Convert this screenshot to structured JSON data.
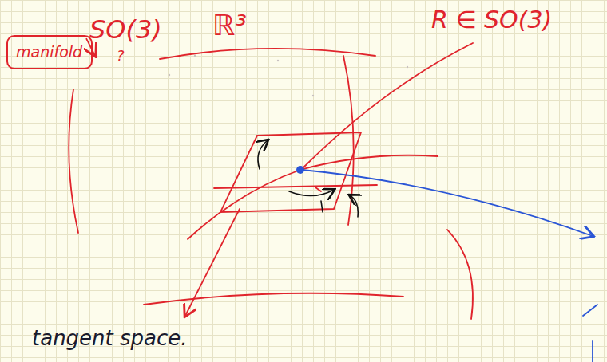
{
  "diagram": {
    "nodes": [
      {
        "text": [
          "manifold"
        ]
      }
    ],
    "labels": [
      "SO(3)",
      "?",
      "ℝ³",
      "R ∈ SO(3)",
      "tangent space."
    ]
  }
}
